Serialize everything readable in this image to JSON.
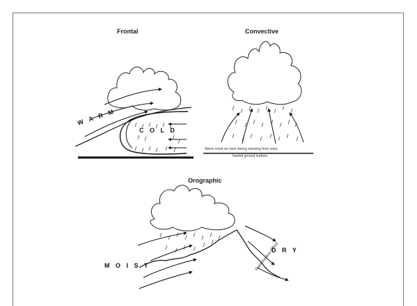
{
  "panels": {
    "frontal": {
      "title": "Frontal",
      "warm_label": "W A R M",
      "cold_label": "C O L D"
    },
    "convective": {
      "title": "Convective",
      "caption_line1": "Warm moist air rises during warming from solar",
      "caption_line2": "heated ground surface"
    },
    "orographic": {
      "title": "Orographic",
      "moist_label": "M O I S T",
      "dry_label": "D R Y",
      "effect_label": "Rainshadow Effect"
    }
  },
  "colors": {
    "ink": "#111111",
    "frame": "#777777",
    "background": "#ffffff"
  }
}
